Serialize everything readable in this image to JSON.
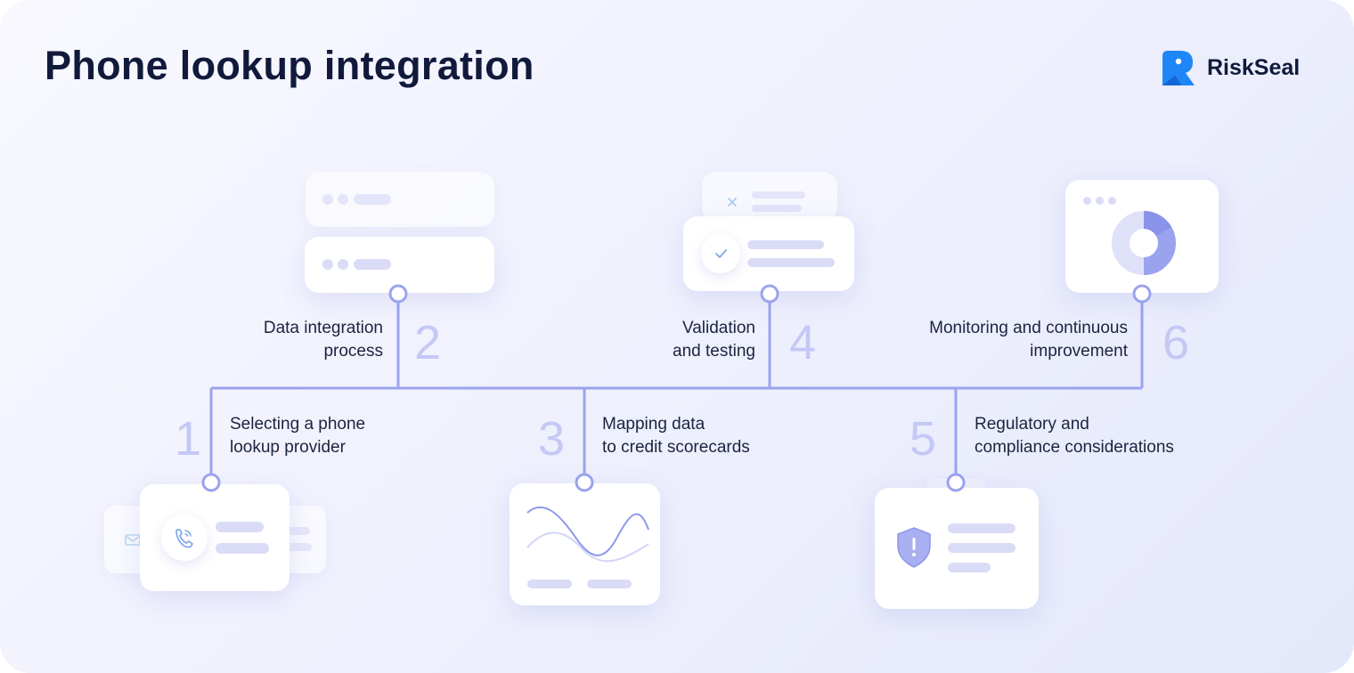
{
  "title": "Phone lookup integration",
  "brand": {
    "name": "RiskSeal",
    "color": "#1e86f7"
  },
  "accent_color": "#9aa3ee",
  "steps": [
    {
      "number": "1",
      "label_line1": "Selecting a phone",
      "label_line2": "lookup provider",
      "icon": "phone-icon"
    },
    {
      "number": "2",
      "label_line1": "Data integration",
      "label_line2": "process",
      "icon": "window-icon"
    },
    {
      "number": "3",
      "label_line1": "Mapping data",
      "label_line2": "to credit scorecards",
      "icon": "wave-chart-icon"
    },
    {
      "number": "4",
      "label_line1": "Validation",
      "label_line2": "and testing",
      "icon": "check-icon"
    },
    {
      "number": "5",
      "label_line1": "Regulatory and",
      "label_line2": "compliance considerations",
      "icon": "shield-alert-icon"
    },
    {
      "number": "6",
      "label_line1": "Monitoring and continuous",
      "label_line2": "improvement",
      "icon": "donut-chart-icon"
    }
  ]
}
